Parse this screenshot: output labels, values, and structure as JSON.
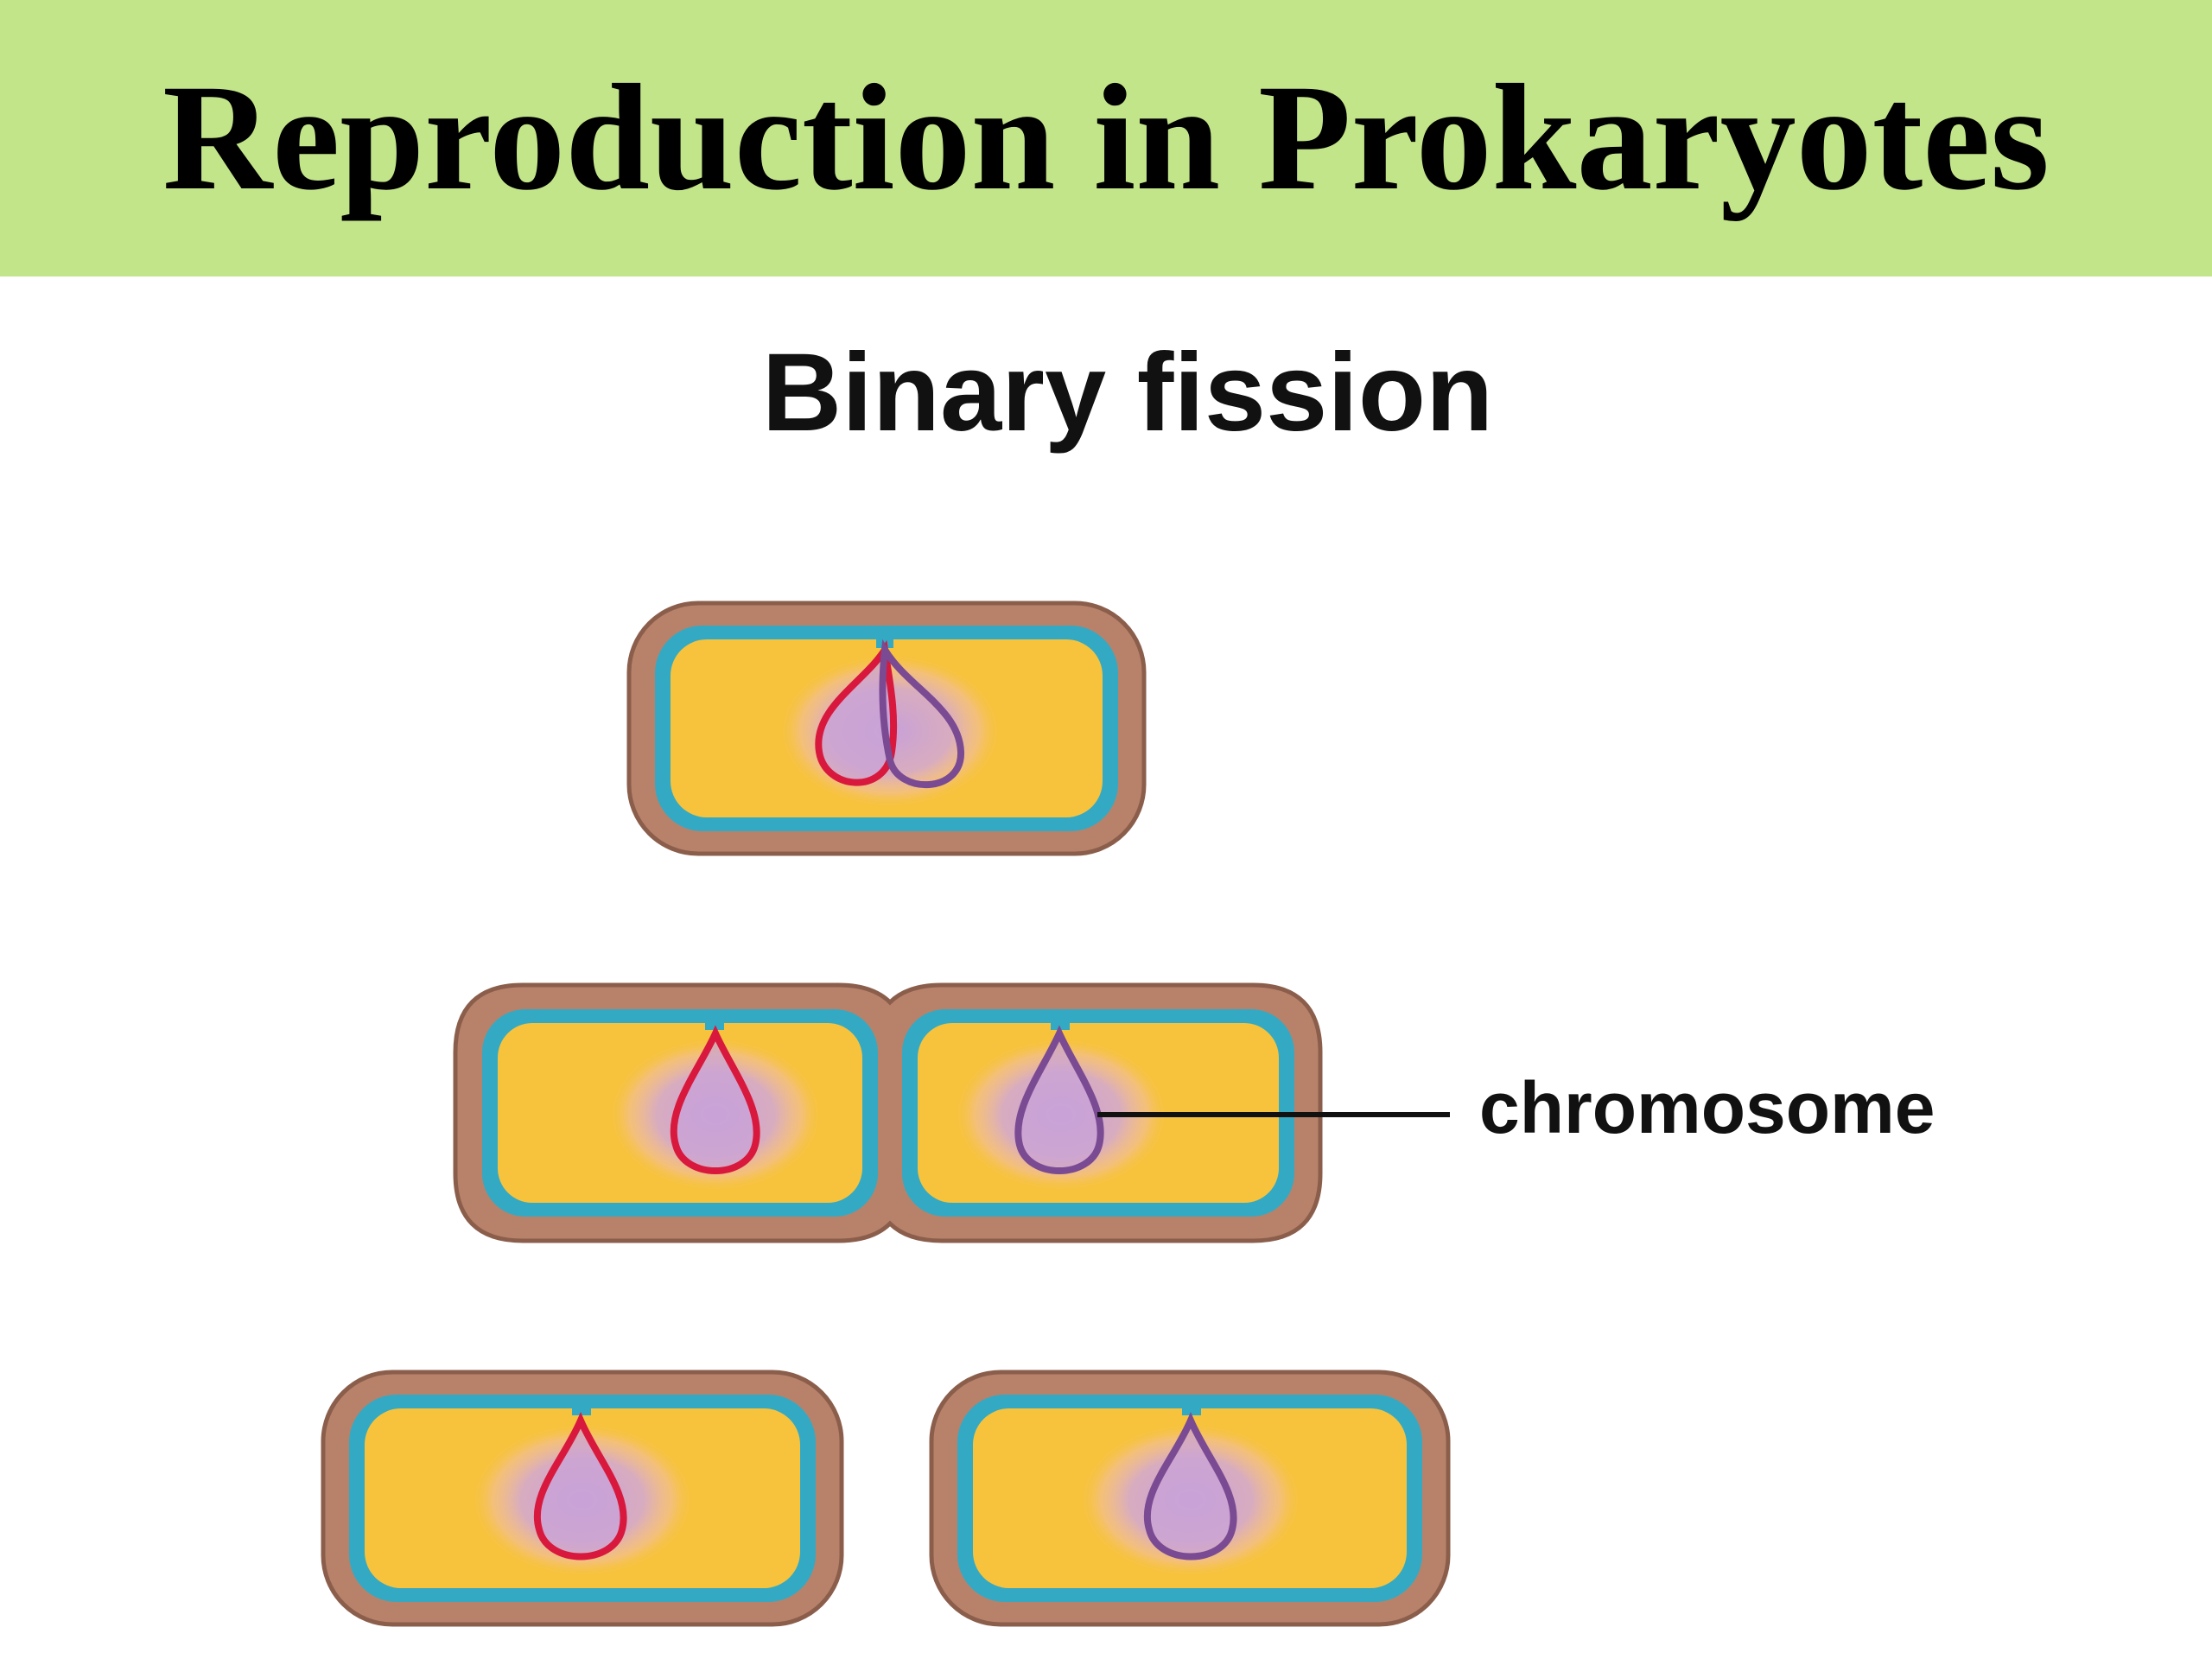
{
  "slide": {
    "title": "Reproduction in Prokaryotes"
  },
  "diagram": {
    "title": "Binary fission",
    "labels": {
      "chromosome": "chromosome"
    },
    "colors": {
      "header_background": "#c3e58a",
      "cell_wall": "#b8826a",
      "membrane": "#34a9c4",
      "cytoplasm": "#f7c33c",
      "nucleoid": "#c9a3d8",
      "chromosome_red": "#d8183c",
      "chromosome_purple": "#7a4a93"
    }
  }
}
